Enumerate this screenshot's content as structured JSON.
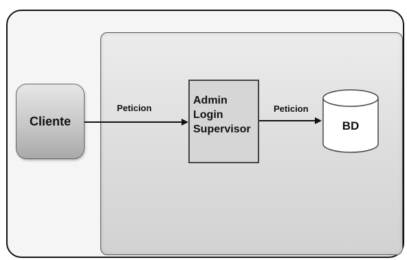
{
  "diagram": {
    "client": {
      "label": "Cliente"
    },
    "server": {
      "lines": [
        "Admin",
        "Login",
        "Supervisor"
      ]
    },
    "database": {
      "label": "BD"
    },
    "edges": [
      {
        "from": "Cliente",
        "to": "server",
        "label": "Peticion"
      },
      {
        "from": "server",
        "to": "BD",
        "label": "Peticion"
      }
    ]
  }
}
